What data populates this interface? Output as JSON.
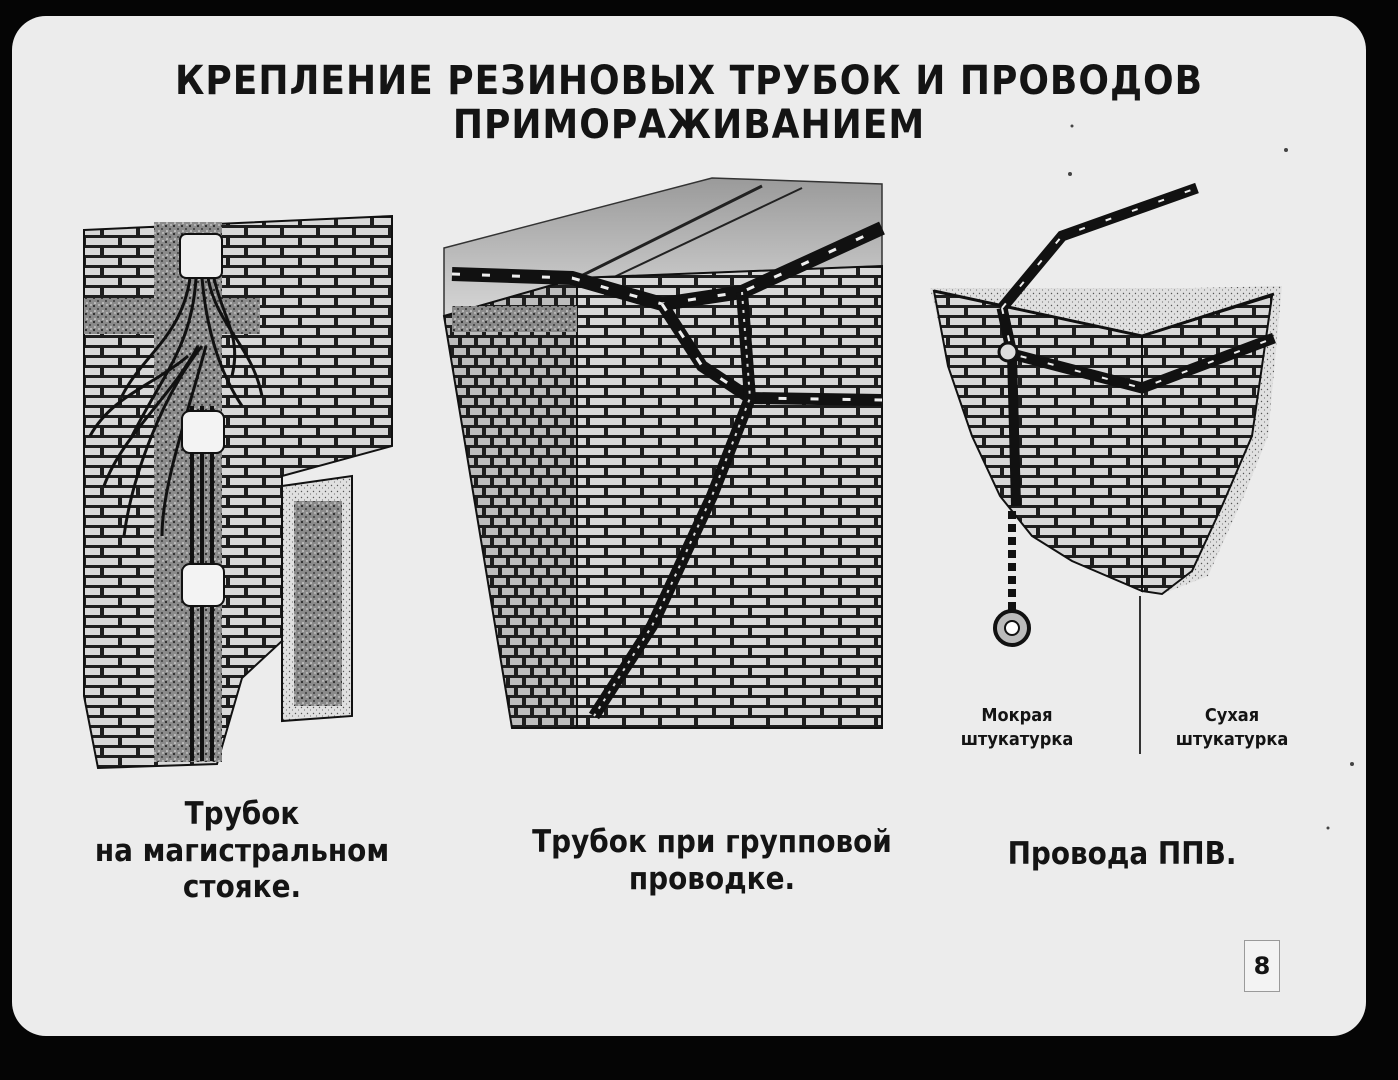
{
  "title": {
    "line1": "КРЕПЛЕНИЕ РЕЗИНОВЫХ ТРУБОК И ПРОВОДОВ",
    "line2": "ПРИМОРАЖИВАНИЕМ"
  },
  "panels": [
    {
      "caption_lines": [
        "Трубок",
        "на магистральном",
        "стояке."
      ]
    },
    {
      "caption_lines": [
        "Трубок при групповой",
        "проводке."
      ]
    },
    {
      "caption_lines": [
        "Провода ППВ."
      ],
      "labels": {
        "wet": [
          "Мокрая",
          "штукатурка"
        ],
        "dry": [
          "Сухая",
          "штукатурка"
        ]
      }
    }
  ],
  "page_number": "8",
  "colors": {
    "background": "#ececec",
    "brick": "#d8d8d8",
    "mortar": "#1e1e1e",
    "ink": "#141414",
    "frame": "#050505"
  }
}
